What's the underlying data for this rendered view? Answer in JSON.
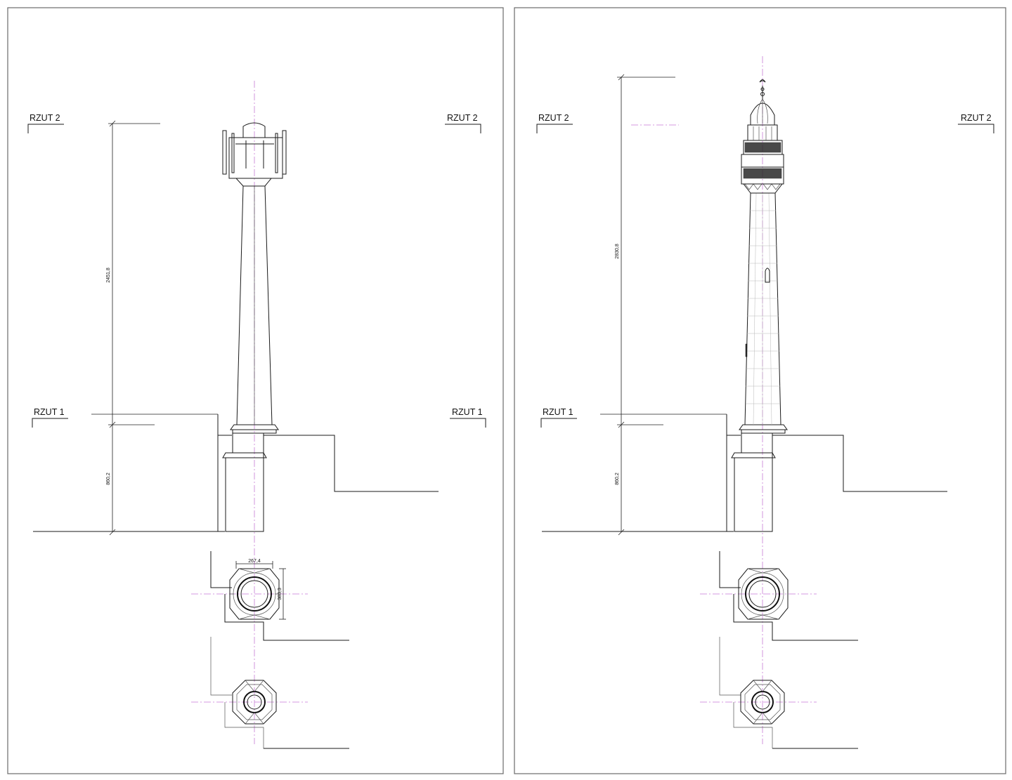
{
  "sheets": [
    {
      "section_top": {
        "left": "RZUT 2",
        "right": "RZUT 2"
      },
      "section_bottom": {
        "left": "RZUT 1",
        "right": "RZUT 1"
      },
      "dim_upper": "2451,8",
      "dim_lower": "860,2",
      "dim_plan_width": "267,4",
      "dim_plan_height": "383,3"
    },
    {
      "section_top": {
        "left": "RZUT 2",
        "right": "RZUT 2"
      },
      "section_bottom": {
        "left": "RZUT 1"
      },
      "dim_upper": "2830,8",
      "dim_lower": "860,2"
    }
  ],
  "colors": {
    "axis": "#c77ad6",
    "line": "#1a1a1a",
    "frame": "#6a6a6a"
  }
}
